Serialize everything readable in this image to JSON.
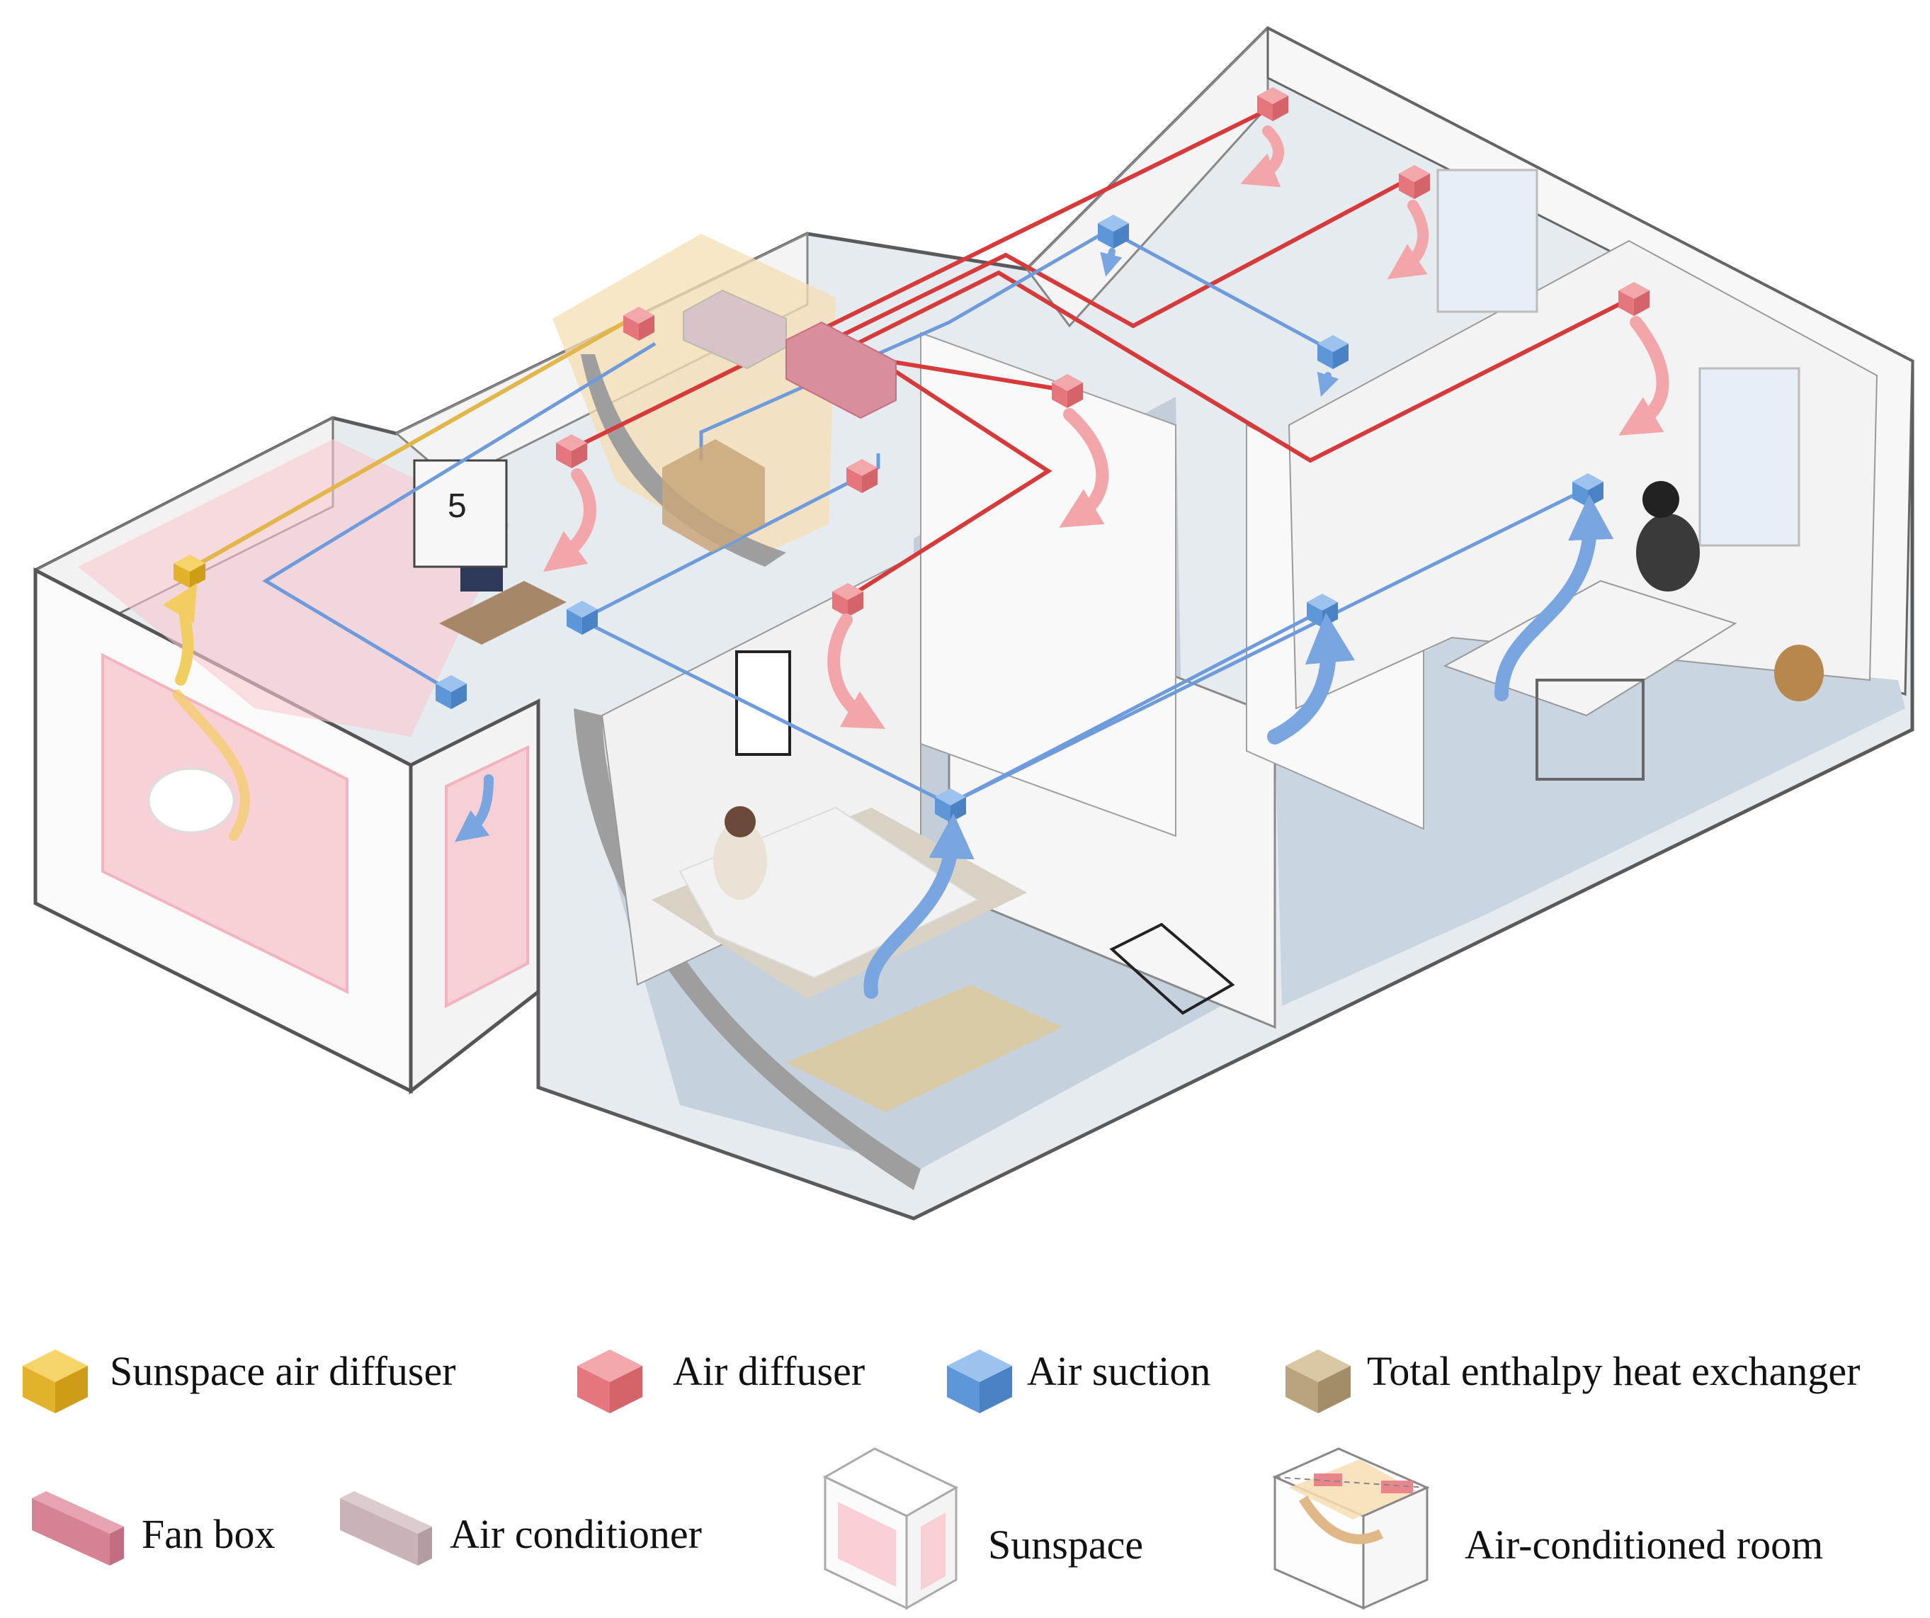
{
  "colors": {
    "sunspace_diffuser": "#E8B93A",
    "air_diffuser": "#E57A7F",
    "air_suction": "#5E97D8",
    "heat_exchanger": "#B9A47E",
    "fan_box": "#CC7A8A",
    "air_conditioner": "#C9B3B8",
    "supply_duct": "#D63A3A",
    "return_duct": "#6E9BDB",
    "sunspace_duct": "#E2B648",
    "floor": "#BBCAD8",
    "sunspace_tint": "#F8C9CF",
    "ac_room_tint": "#F6DFB4"
  },
  "legend": {
    "sunspace_air_diffuser": "Sunspace air diffuser",
    "air_diffuser": "Air diffuser",
    "air_suction": "Air suction",
    "total_enthalpy_heat_exchanger": "Total enthalpy heat exchanger",
    "fan_box": "Fan box",
    "air_conditioner": "Air conditioner",
    "sunspace": "Sunspace",
    "air_conditioned_room": "Air-conditioned room"
  },
  "decor": {
    "calendar_number": "5"
  },
  "icons": {
    "sunspace_air_diffuser": "yellow-cube-icon",
    "air_diffuser": "red-cube-icon",
    "air_suction": "blue-cube-icon",
    "heat_exchanger": "tan-cube-icon",
    "fan_box": "pink-bar-icon",
    "air_conditioner": "mauve-bar-icon",
    "sunspace": "sunspace-box-icon",
    "air_conditioned_room": "ac-room-box-icon"
  }
}
